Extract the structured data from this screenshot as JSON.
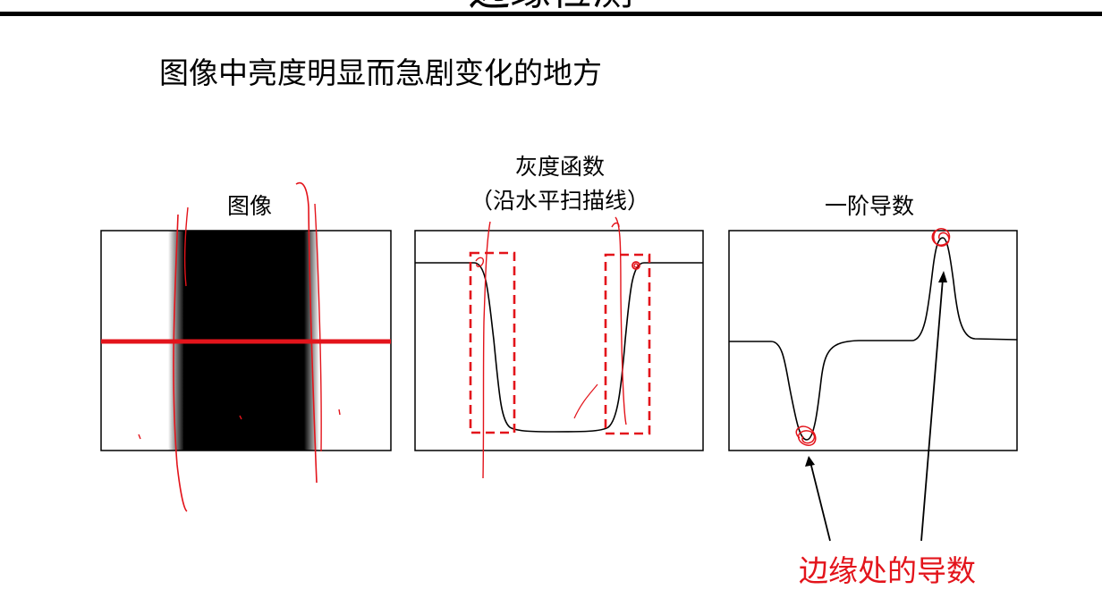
{
  "slide": {
    "title": "边缘检测",
    "headline": "图像中亮度明显而急剧变化的地方"
  },
  "panels": {
    "image": {
      "label": "图像"
    },
    "intensity": {
      "label_line1": "灰度函数",
      "label_line2": "（沿水平扫描线）"
    },
    "derivative": {
      "label": "一阶导数"
    }
  },
  "annotation": {
    "callout": "边缘处的导数"
  },
  "colors": {
    "ink": "#000000",
    "annotation_red": "#e3141b",
    "background": "#ffffff"
  }
}
